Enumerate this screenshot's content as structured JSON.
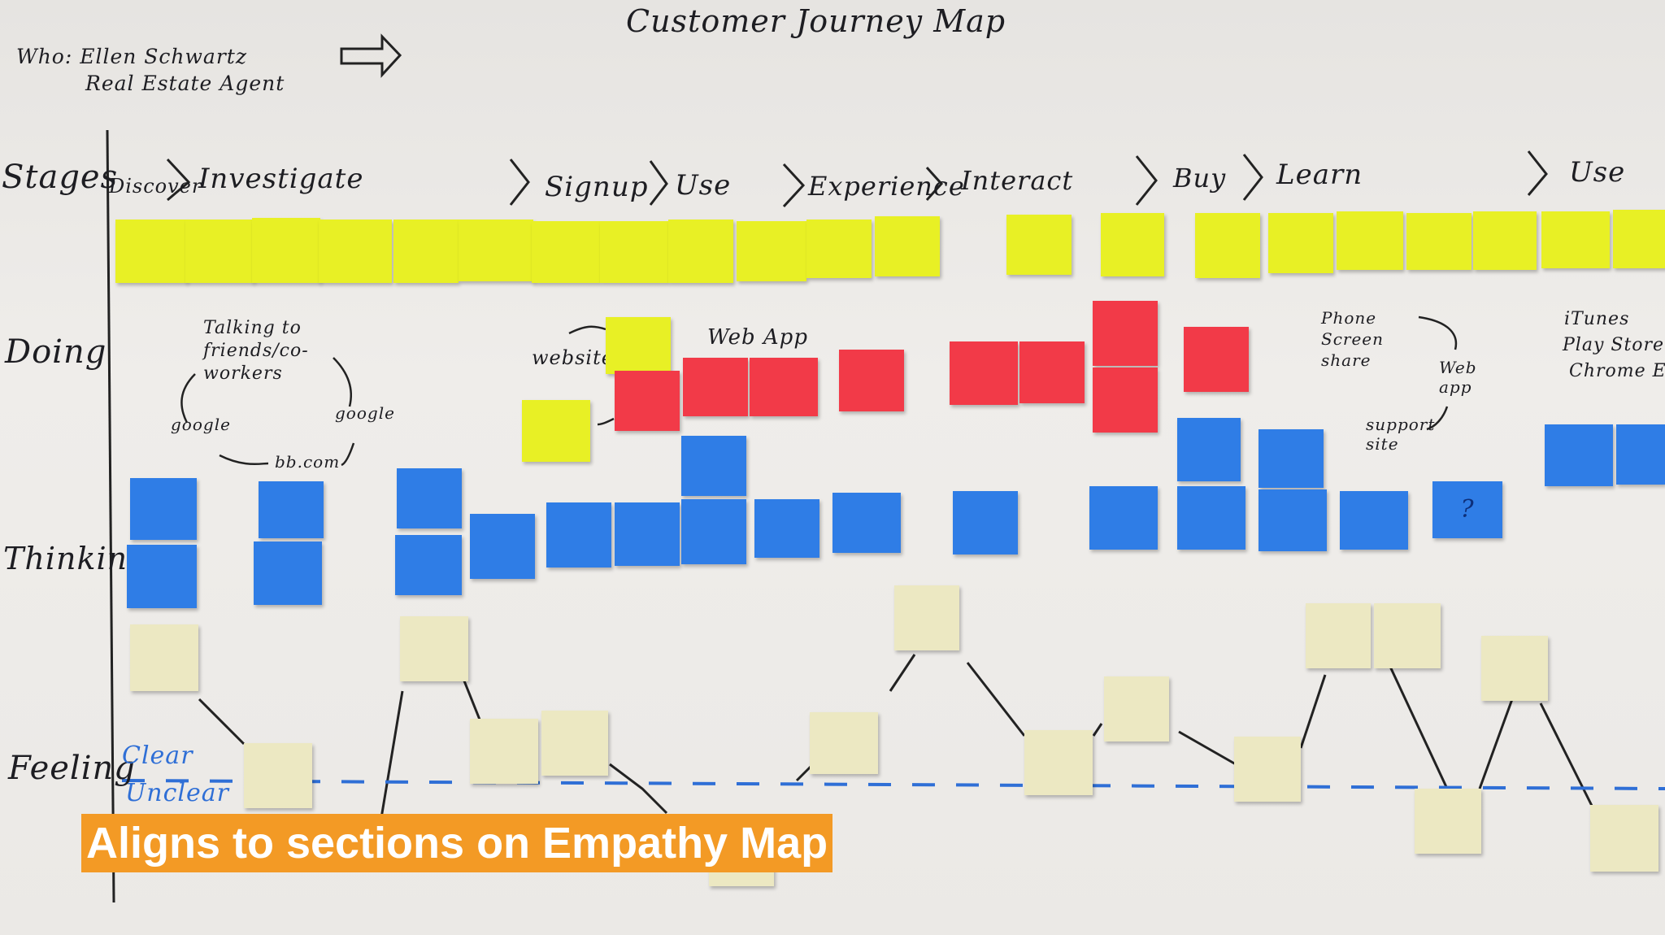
{
  "board": {
    "title": "Customer Journey Map",
    "who_line1": "Who: Ellen Schwartz",
    "who_line2": "Real Estate Agent",
    "rows": {
      "stages": "Stages",
      "doing": "Doing",
      "thinking": "Thinking",
      "feeling": "Feeling"
    },
    "stages": [
      "Discover",
      "Investigate",
      "Signup",
      "Use",
      "Experience",
      "Interact",
      "Buy",
      "Learn",
      "Use"
    ],
    "doing_notes": {
      "talking": "Talking to friends/co-workers",
      "google_left": "google",
      "google_right": "google",
      "bb_com": "bb.com",
      "website": "website",
      "web_app": "Web App",
      "phone": "Phone Screen share",
      "web_app_2": "Web app",
      "support_site": "support site",
      "itunes": "iTunes",
      "play_store": "Play Store",
      "chrome": "Chrome Ext"
    },
    "feeling_scale": {
      "clear": "Clear",
      "unclear": "Unclear"
    },
    "question_mark": "?"
  },
  "caption": "Aligns to sections on Empathy Map",
  "colors": {
    "caption_bg": "#f39a25",
    "caption_text": "#ffffff",
    "yellow_note": "#e8f025",
    "red_note": "#f23a48",
    "blue_note": "#2f7de6",
    "cream_note": "#ece8c2",
    "scale_line": "#2f6fd6"
  }
}
